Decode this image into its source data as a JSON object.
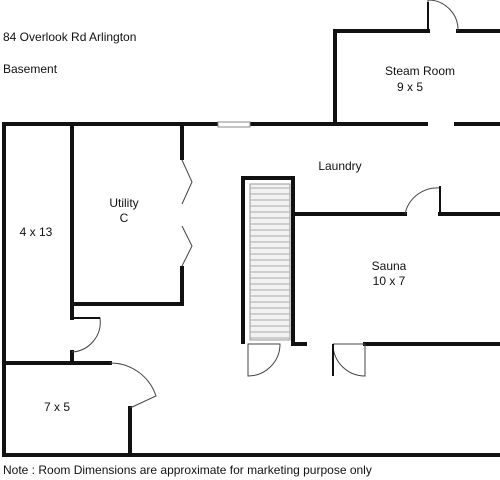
{
  "header": {
    "address": "84 Overlook Rd Arlington",
    "level": "Basement"
  },
  "rooms": [
    {
      "name": "Steam Room",
      "dims": "9 x 5"
    },
    {
      "name": "Laundry",
      "dims": ""
    },
    {
      "name": "Utility",
      "dims": "C"
    },
    {
      "name": "",
      "dims": "4 x 13"
    },
    {
      "name": "Sauna",
      "dims": "10 x 7"
    },
    {
      "name": "",
      "dims": "7 x 5"
    }
  ],
  "footer": {
    "note": "Note : Room Dimensions are approximate for marketing purpose only"
  }
}
